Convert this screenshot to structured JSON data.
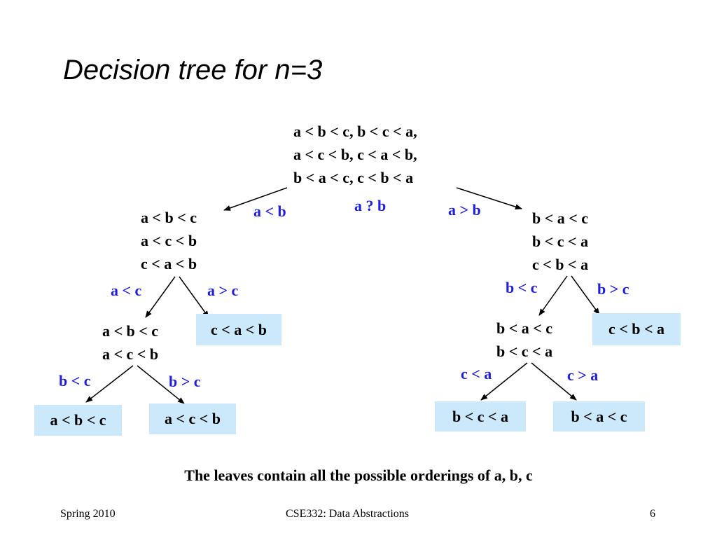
{
  "slide": {
    "title": "Decision tree for n=3",
    "caption": "The leaves contain all the possible orderings of a, b, c",
    "footer": {
      "left": "Spring 2010",
      "center": "CSE332: Data Abstractions",
      "right": "6"
    }
  },
  "tree": {
    "root": {
      "lines": [
        "a < b < c, b < c < a,",
        "a < c < b, c < a < b,",
        "b < a < c, c < b < a"
      ],
      "question": "a ? b"
    },
    "left": {
      "edge_label": "a < b",
      "lines": [
        "a < b < c",
        "a < c < b",
        "c < a < b"
      ],
      "left": {
        "edge_label": "a < c",
        "lines": [
          "a < b < c",
          "a < c < b"
        ],
        "left": {
          "edge_label": "b < c",
          "leaf": "a < b < c"
        },
        "right": {
          "edge_label": "b > c",
          "leaf": "a < c < b"
        }
      },
      "right": {
        "edge_label": "a > c",
        "leaf": "c < a < b"
      }
    },
    "right": {
      "edge_label": "a > b",
      "lines": [
        "b < a < c",
        "b < c < a",
        "c < b < a"
      ],
      "left": {
        "edge_label": "b < c",
        "lines": [
          "b < a < c",
          "b < c < a"
        ],
        "left": {
          "edge_label": "c < a",
          "leaf": "b < c < a"
        },
        "right": {
          "edge_label": "c > a",
          "leaf": "b < a < c"
        }
      },
      "right": {
        "edge_label": "b > c",
        "leaf": "c < b < a"
      }
    }
  },
  "colors": {
    "edge_label": "#1f1fdc",
    "leaf_fill": "#cce9fb"
  }
}
